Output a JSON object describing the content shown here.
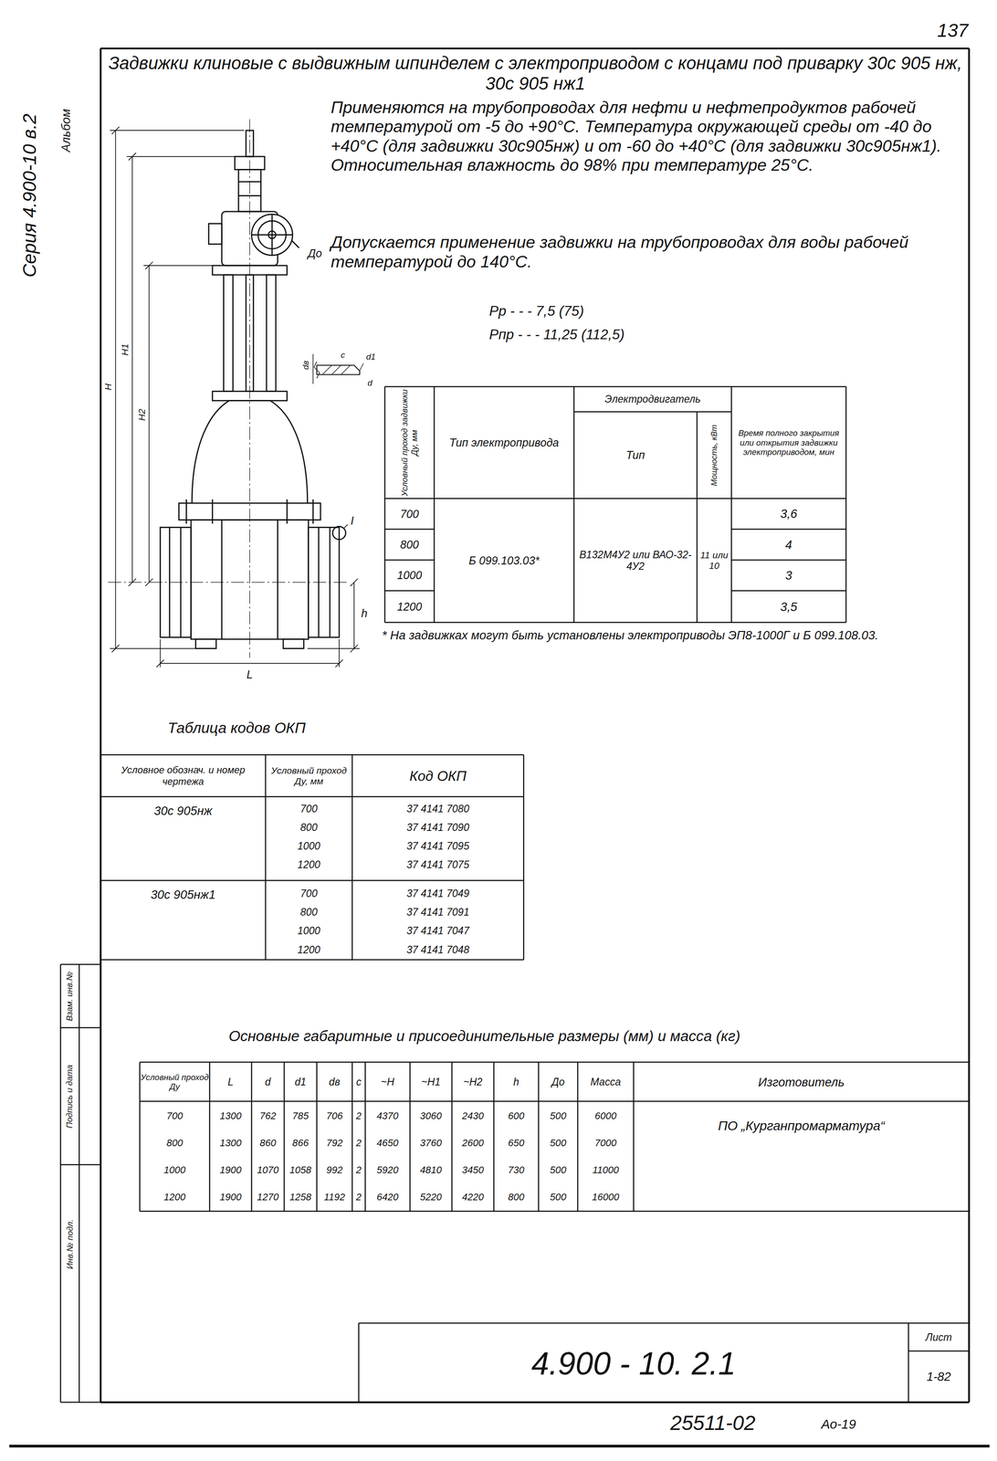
{
  "diagram": {
    "title": "Задвижки клиновые с выдвижным шпинделем с электроприводом с концами под приварку 30с 905 нж, 30с 905 нж1",
    "labels": [
      "137",
      "Серия 4.900-10 в.2",
      "Альбом",
      "Взам. инв.№",
      "Подпись и дата",
      "Инв.№ подл.",
      "H",
      "H1",
      "H2",
      "Дo",
      "dв",
      "d1",
      "d",
      "c",
      "I",
      "h",
      "L",
      "Применяются на трубопроводах для нефти и нефтепродуктов рабочей температурой от -5 до +90°С. Температура окружающей среды от -40 до +40°С (для задвижки 30с905нж) и от -60 до +40°С (для задвижки 30с905нж1). Относительная влажность до 98% при температуре 25°С.",
      "Допускается применение задвижки на трубопроводах для воды рабочей температурой до 140°С.",
      "Рр - - - 7,5 (75)",
      "Рпр - - - 11,25 (112,5)",
      "Условный проход задвижки Ду, мм",
      "Тип электропривода",
      "Электродвигатель",
      "Тип",
      "Мощность, кВт",
      "Время полного закрытия или открытия задвижки электроприводом, мин",
      "700",
      "800",
      "1000",
      "1200",
      "Б 099.103.03*",
      "В132М4У2 или ВАО-32-4У2",
      "11 или 10",
      "3,6",
      "4",
      "3",
      "3,5",
      "* На задвижках могут быть установлены электроприводы ЭП8-1000Г и Б 099.108.03.",
      "Таблица кодов ОКП",
      "Условное обознач. и номер чертежа",
      "Условный проход Ду, мм",
      "Код ОКП",
      "30с 905нж",
      "700",
      "800",
      "1000",
      "1200",
      "37 4141 7080",
      "37 4141 7090",
      "37 4141 7095",
      "37 4141 7075",
      "30с 905нж1",
      "700",
      "800",
      "1000",
      "1200",
      "37 4141 7049",
      "37 4141 7091",
      "37 4141 7047",
      "37 4141 7048",
      "Основные габаритные и присоединительные размеры (мм) и масса (кг)",
      "Условный проход Ду",
      "L",
      "d",
      "d1",
      "dв",
      "c",
      "~H",
      "~H1",
      "~H2",
      "h",
      "Дo",
      "Масса",
      "Изготовитель",
      "700",
      "1300",
      "762",
      "785",
      "706",
      "2",
      "4370",
      "3060",
      "2430",
      "600",
      "500",
      "6000",
      "800",
      "1300",
      "860",
      "866",
      "792",
      "2",
      "4650",
      "3760",
      "2600",
      "650",
      "500",
      "7000",
      "1000",
      "1900",
      "1070",
      "1058",
      "992",
      "2",
      "5920",
      "4810",
      "3450",
      "730",
      "500",
      "11000",
      "1200",
      "1900",
      "1270",
      "1258",
      "1192",
      "2",
      "6420",
      "5220",
      "4220",
      "800",
      "500",
      "16000",
      "ПО „Курганпромарматура“",
      "4.900 - 10. 2.1",
      "Лист",
      "1-82",
      "25511-02",
      "Ао-19"
    ]
  }
}
